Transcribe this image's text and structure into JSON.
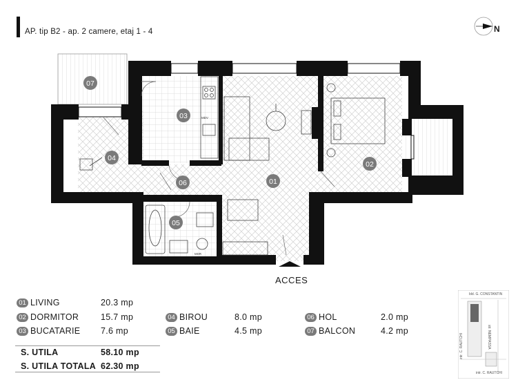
{
  "title": "AP. tip B2 - ap. 2 camere, etaj 1 - 4",
  "compass": {
    "label": "N"
  },
  "entrance": {
    "label": "ACCES"
  },
  "plan_labels": {
    "r01": "01",
    "r02": "02",
    "r03": "03",
    "r04": "04",
    "r05": "05",
    "r06": "06",
    "r07": "07",
    "mdv_kitchen": "MDV",
    "msr_bath": "MSR"
  },
  "rooms": [
    {
      "num": "01",
      "name": "LIVING",
      "area": "20.3 mp"
    },
    {
      "num": "02",
      "name": "DORMITOR",
      "area": "15.7 mp"
    },
    {
      "num": "03",
      "name": "BUCATARIE",
      "area": "7.6 mp"
    },
    {
      "num": "04",
      "name": "BIROU",
      "area": "8.0 mp"
    },
    {
      "num": "05",
      "name": "BAIE",
      "area": "4.5 mp"
    },
    {
      "num": "06",
      "name": "HOL",
      "area": "2.0 mp"
    },
    {
      "num": "07",
      "name": "BALCON",
      "area": "4.2 mp"
    }
  ],
  "totals": [
    {
      "label": "S. UTILA",
      "value": "58.10 mp"
    },
    {
      "label": "S. UTILA TOTALA",
      "value": "62.30 mp"
    }
  ],
  "site_map": {
    "street_top": "bld. G. CONSTANTIN",
    "street_right": "str. NEMPASSA",
    "street_left": "intr. C. RAUTCHI",
    "street_bottom": "intr. C. RAUTCHI"
  },
  "colors": {
    "wall": "#111111",
    "badge": "#7a7a7a",
    "hatch": "#d4d4d4"
  }
}
